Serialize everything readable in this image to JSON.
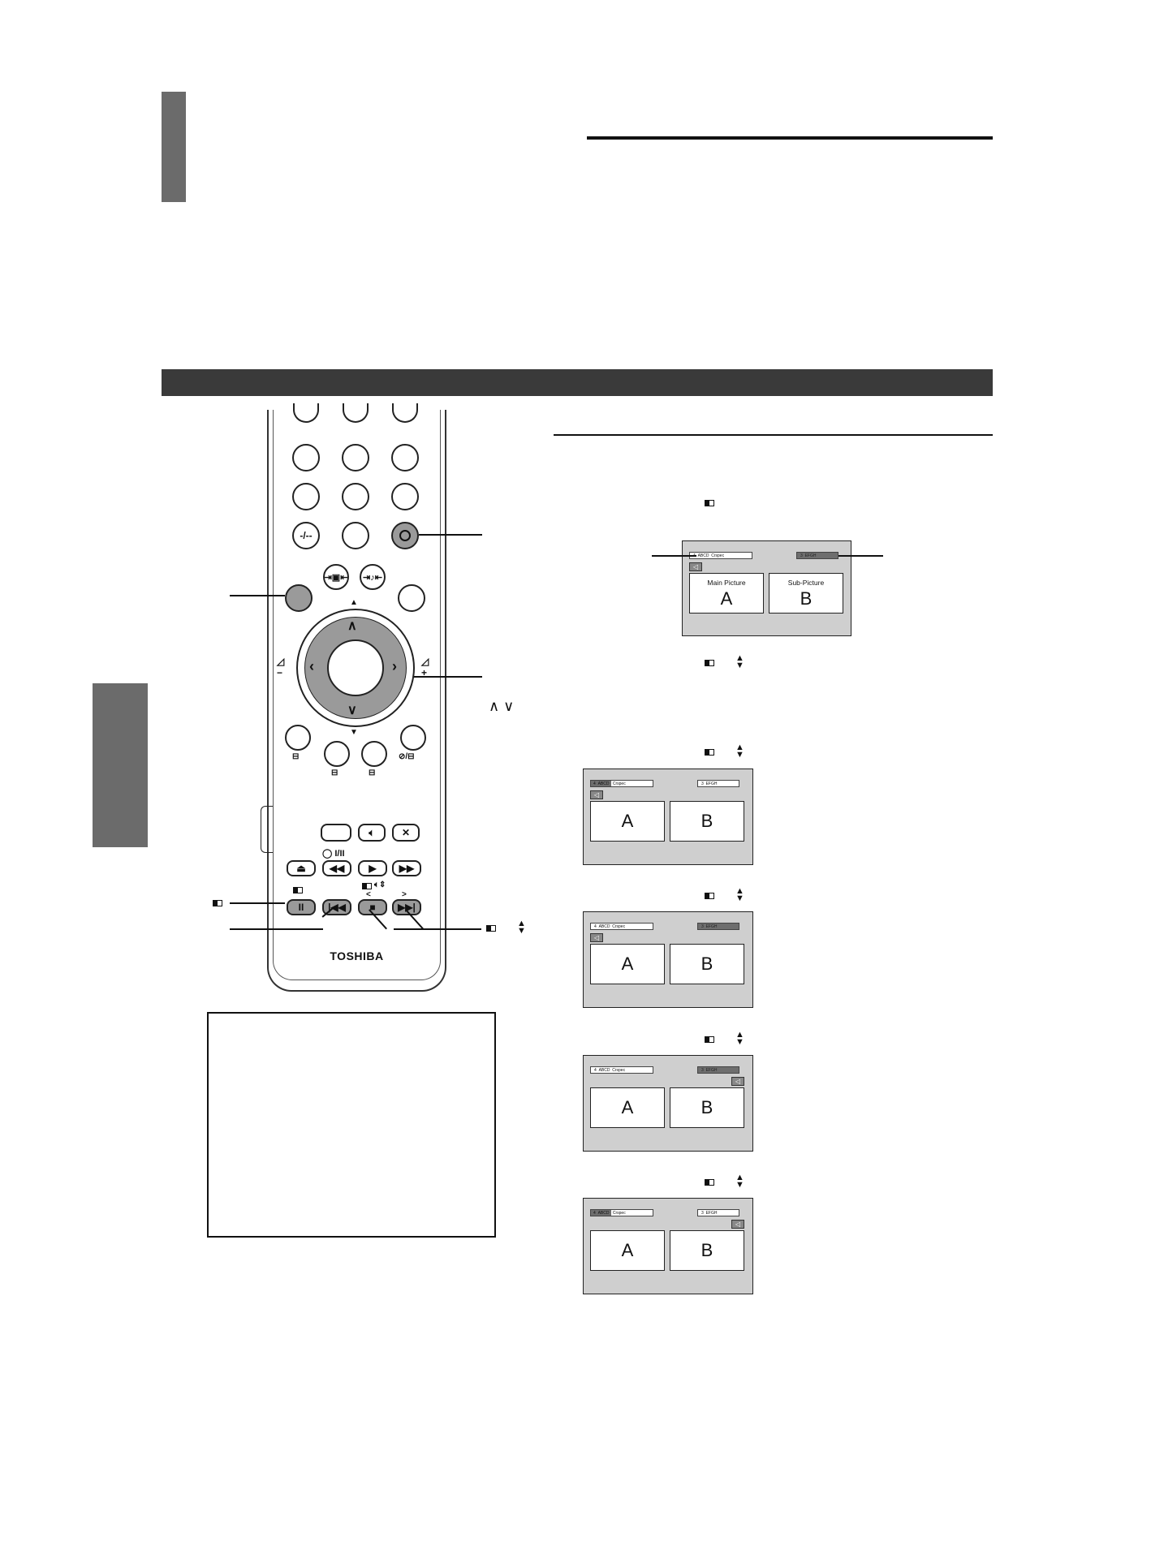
{
  "remote": {
    "brand": "TOSHIBA",
    "keys": {
      "dash": "-/--",
      "pause": "II",
      "ch_up_down": "∧ ∨",
      "audio_mode": "I/II"
    }
  },
  "screens": {
    "main_label": "Main Picture",
    "sub_label": "Sub-Picture",
    "letter_a": "A",
    "letter_b": "B",
    "bar_left": "ABCD",
    "bar_left_extra": "Crspec",
    "bar_right": "EFGH",
    "ch_left": "4",
    "ch_right": "3"
  },
  "icons": {
    "pip": "pip-icon",
    "updown": "up-down-arrows-icon",
    "speaker": "speaker-icon",
    "mute": "mute-icon"
  }
}
